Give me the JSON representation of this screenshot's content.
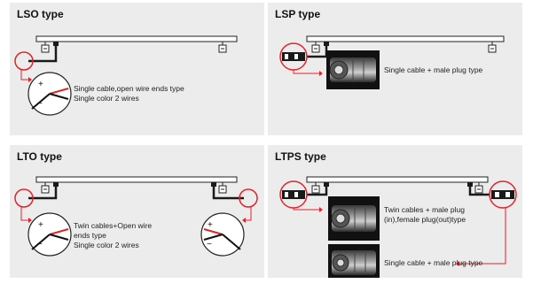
{
  "panels": {
    "lso": {
      "title": "LSO type",
      "captions": [
        "Single cable,open wire ends type",
        "Single color 2 wires"
      ]
    },
    "lsp": {
      "title": "LSP type",
      "captions": [
        "Single cable + male plug type"
      ]
    },
    "lto": {
      "title": "LTO type",
      "captions": [
        "Twin cables+Open wire",
        "ends type",
        "Single color 2 wires"
      ]
    },
    "ltps": {
      "title": "LTPS type",
      "captions_a": [
        "Twin cables + male plug",
        "(in),female plug(out)type"
      ],
      "captions_b": [
        "Single cable + male plug type"
      ]
    }
  },
  "wire_labels": {
    "plus": "+",
    "minus": "−"
  },
  "colors": {
    "panel": "#ececec",
    "accent_red": "#e3222a",
    "cable": "#1a1a1a"
  }
}
